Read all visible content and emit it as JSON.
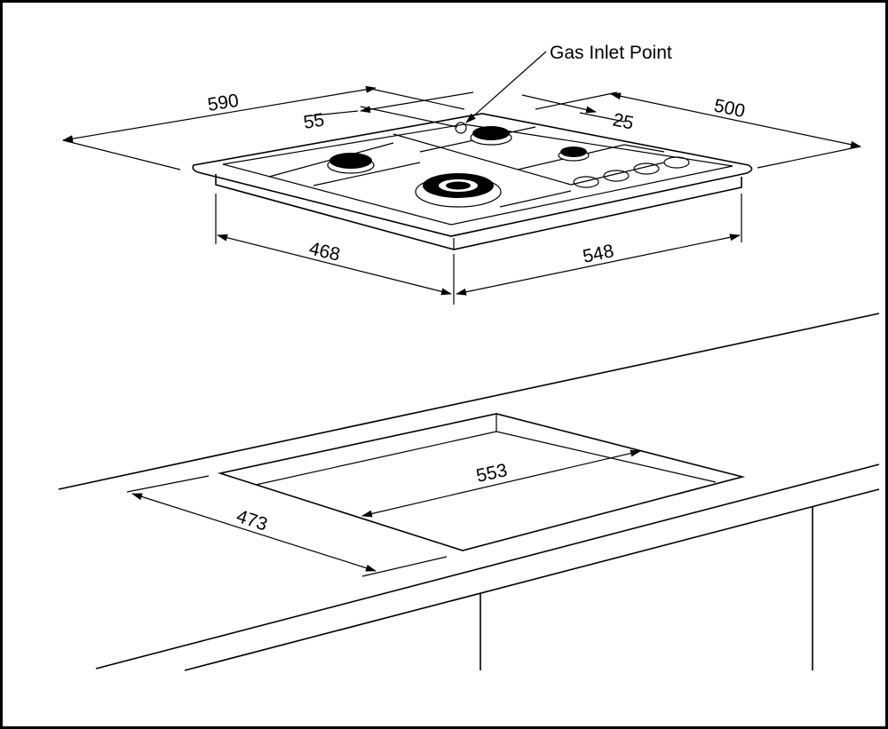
{
  "diagram": {
    "callout": "Gas Inlet Point",
    "hob_dimensions": {
      "width": "590",
      "depth": "500",
      "inlet_offset_left": "55",
      "inlet_offset_back": "25",
      "base_depth": "468",
      "base_width": "548"
    },
    "cutout_dimensions": {
      "width": "553",
      "depth": "473"
    }
  }
}
